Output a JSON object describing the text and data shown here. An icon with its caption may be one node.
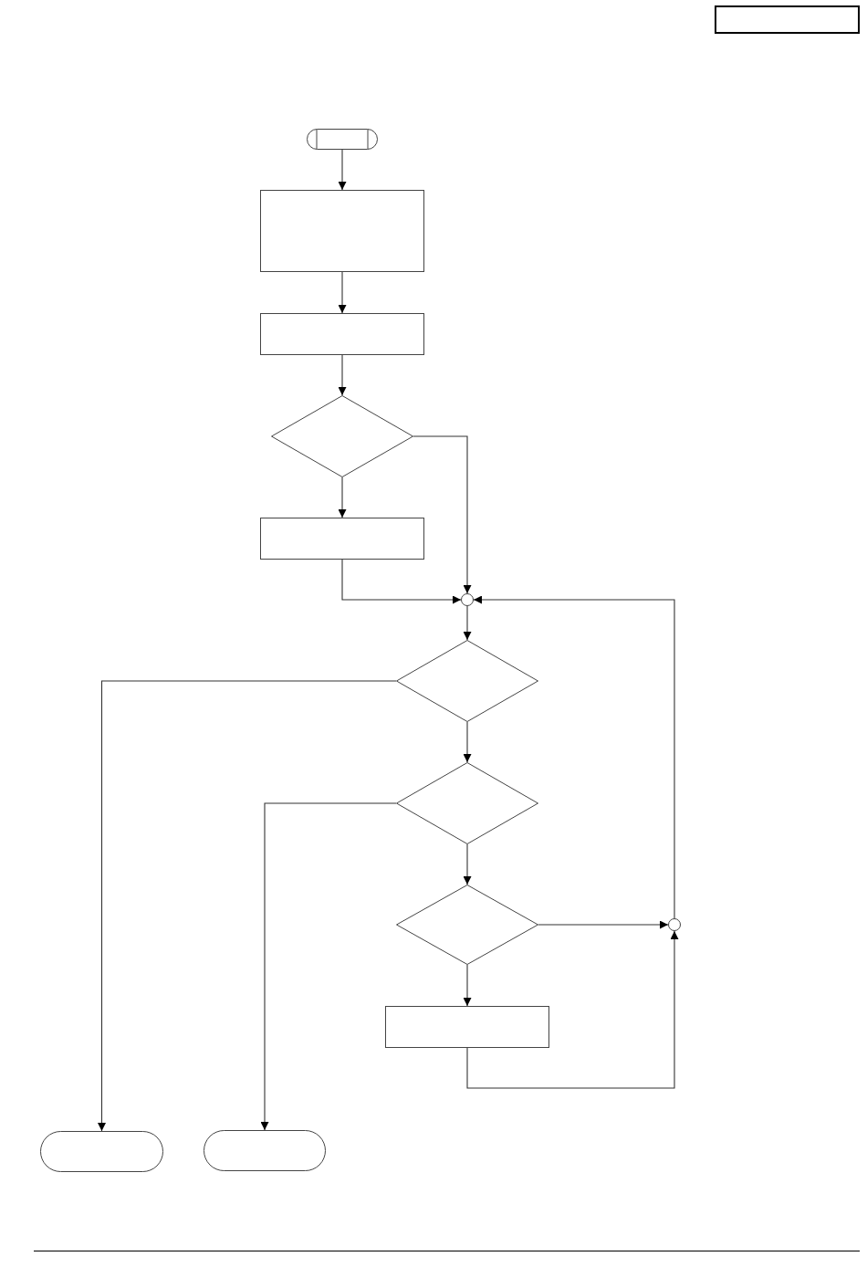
{
  "diagram": {
    "nodes": [
      {
        "text": [],
        "shape": "box"
      },
      {
        "text": [],
        "shape": "terminal"
      },
      {
        "text": [],
        "shape": "box"
      },
      {
        "text": [],
        "shape": "box"
      },
      {
        "text": [],
        "shape": "diamond"
      },
      {
        "text": [],
        "shape": "box"
      },
      {
        "text": [],
        "shape": "circle"
      },
      {
        "text": [],
        "shape": "diamond"
      },
      {
        "text": [],
        "shape": "diamond"
      },
      {
        "text": [],
        "shape": "diamond"
      },
      {
        "text": [],
        "shape": "circle"
      },
      {
        "text": [],
        "shape": "box"
      },
      {
        "text": [],
        "shape": "terminal"
      },
      {
        "text": [],
        "shape": "terminal"
      }
    ],
    "edges": [
      {
        "from": 1,
        "to": 2,
        "arrow": "to"
      },
      {
        "from": 2,
        "to": 3,
        "arrow": "to"
      },
      {
        "from": 3,
        "to": 4,
        "arrow": "to"
      },
      {
        "from": 4,
        "to": 5,
        "arrow": "to"
      },
      {
        "from": 4,
        "to": 6,
        "arrow": "to"
      },
      {
        "from": 5,
        "to": 6,
        "arrow": "to"
      },
      {
        "from": 10,
        "to": 6,
        "arrow": "to"
      },
      {
        "from": 6,
        "to": 7,
        "arrow": "to"
      },
      {
        "from": 7,
        "to": 12,
        "arrow": "to"
      },
      {
        "from": 7,
        "to": 8,
        "arrow": "to"
      },
      {
        "from": 8,
        "to": 13,
        "arrow": "to"
      },
      {
        "from": 8,
        "to": 9,
        "arrow": "to"
      },
      {
        "from": 9,
        "to": 10,
        "arrow": "to"
      },
      {
        "from": 9,
        "to": 11,
        "arrow": "to"
      },
      {
        "from": 11,
        "to": 10,
        "arrow": "to"
      }
    ]
  }
}
